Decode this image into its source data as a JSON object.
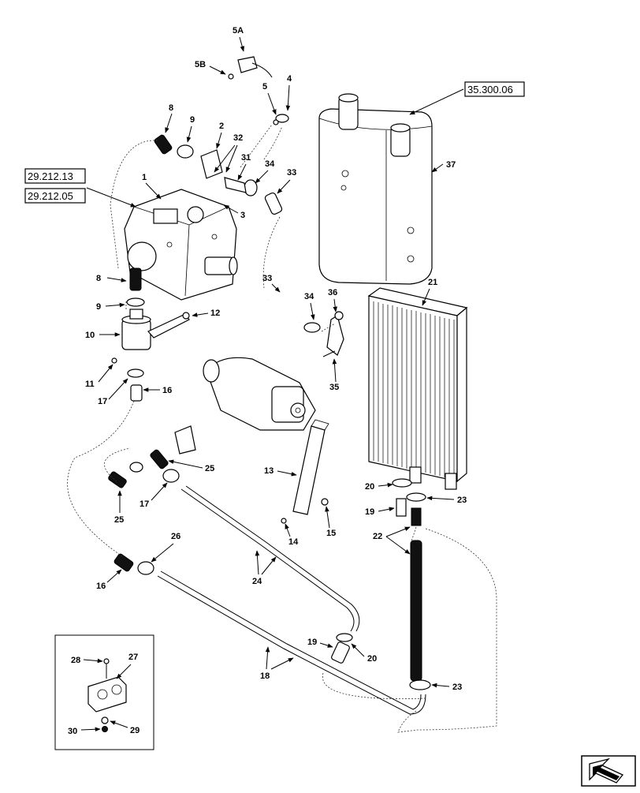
{
  "references": {
    "tank": "35.300.06",
    "pump_a": "29.212.13",
    "pump_b": "29.212.05"
  },
  "callouts": {
    "c1": "1",
    "c2": "2",
    "c3": "3",
    "c4": "4",
    "c5": "5",
    "c5a": "5A",
    "c5b": "5B",
    "c8a": "8",
    "c8b": "8",
    "c9a": "9",
    "c9b": "9",
    "c10": "10",
    "c11": "11",
    "c12": "12",
    "c13": "13",
    "c14": "14",
    "c15": "15",
    "c16a": "16",
    "c16b": "16",
    "c17a": "17",
    "c17b": "17",
    "c18": "18",
    "c19a": "19",
    "c19b": "19",
    "c20a": "20",
    "c20b": "20",
    "c21": "21",
    "c22": "22",
    "c23a": "23",
    "c23b": "23",
    "c24": "24",
    "c25a": "25",
    "c25b": "25",
    "c26": "26",
    "c27": "27",
    "c28": "28",
    "c29": "29",
    "c30": "30",
    "c31": "31",
    "c32": "32",
    "c33a": "33",
    "c33b": "33",
    "c34a": "34",
    "c34b": "34",
    "c35": "35",
    "c36": "36",
    "c37": "37"
  },
  "icons": {
    "nav": "next-page-arrow-icon"
  }
}
